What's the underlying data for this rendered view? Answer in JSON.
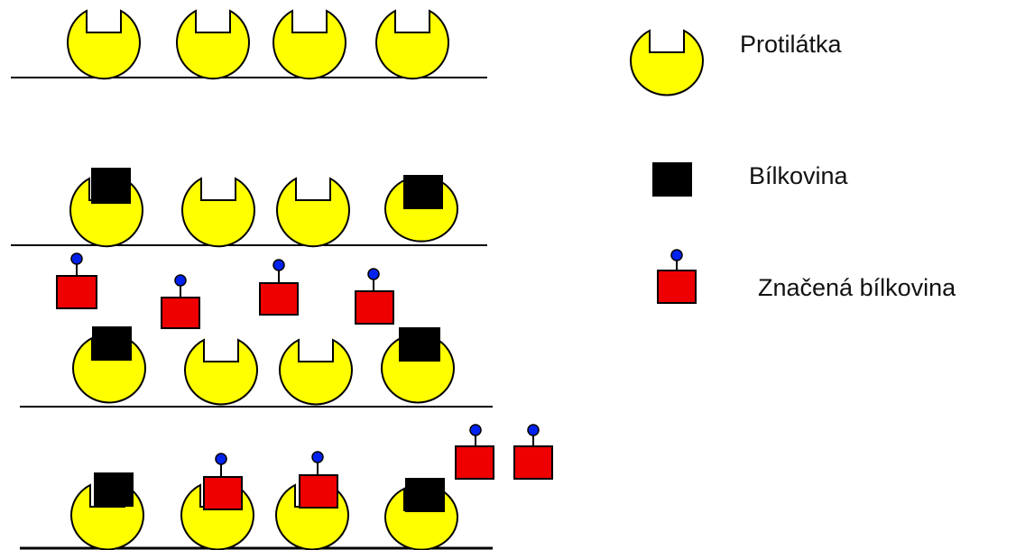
{
  "legend": {
    "antibody_label": "Protilátka",
    "protein_label": "Bílkovina",
    "labeled_protein_label": "Značená bílkovina"
  },
  "colors": {
    "antibody_fill": "#ffff00",
    "antibody_stroke": "#000000",
    "protein_fill": "#000000",
    "labeled_protein_fill": "#ee0000",
    "label_dot": "#0022ee",
    "line": "#000000"
  },
  "stages": [
    {
      "name": "antibodies-only",
      "bound": [
        "none",
        "none",
        "none",
        "none"
      ],
      "free_labeled": 0
    },
    {
      "name": "protein-bound",
      "bound": [
        "protein",
        "none",
        "none",
        "protein"
      ],
      "free_labeled": 0
    },
    {
      "name": "labeled-added",
      "bound": [
        "protein",
        "none",
        "none",
        "protein"
      ],
      "free_labeled": 4
    },
    {
      "name": "competition",
      "bound": [
        "protein",
        "labeled",
        "labeled",
        "protein"
      ],
      "free_labeled": 2
    }
  ]
}
